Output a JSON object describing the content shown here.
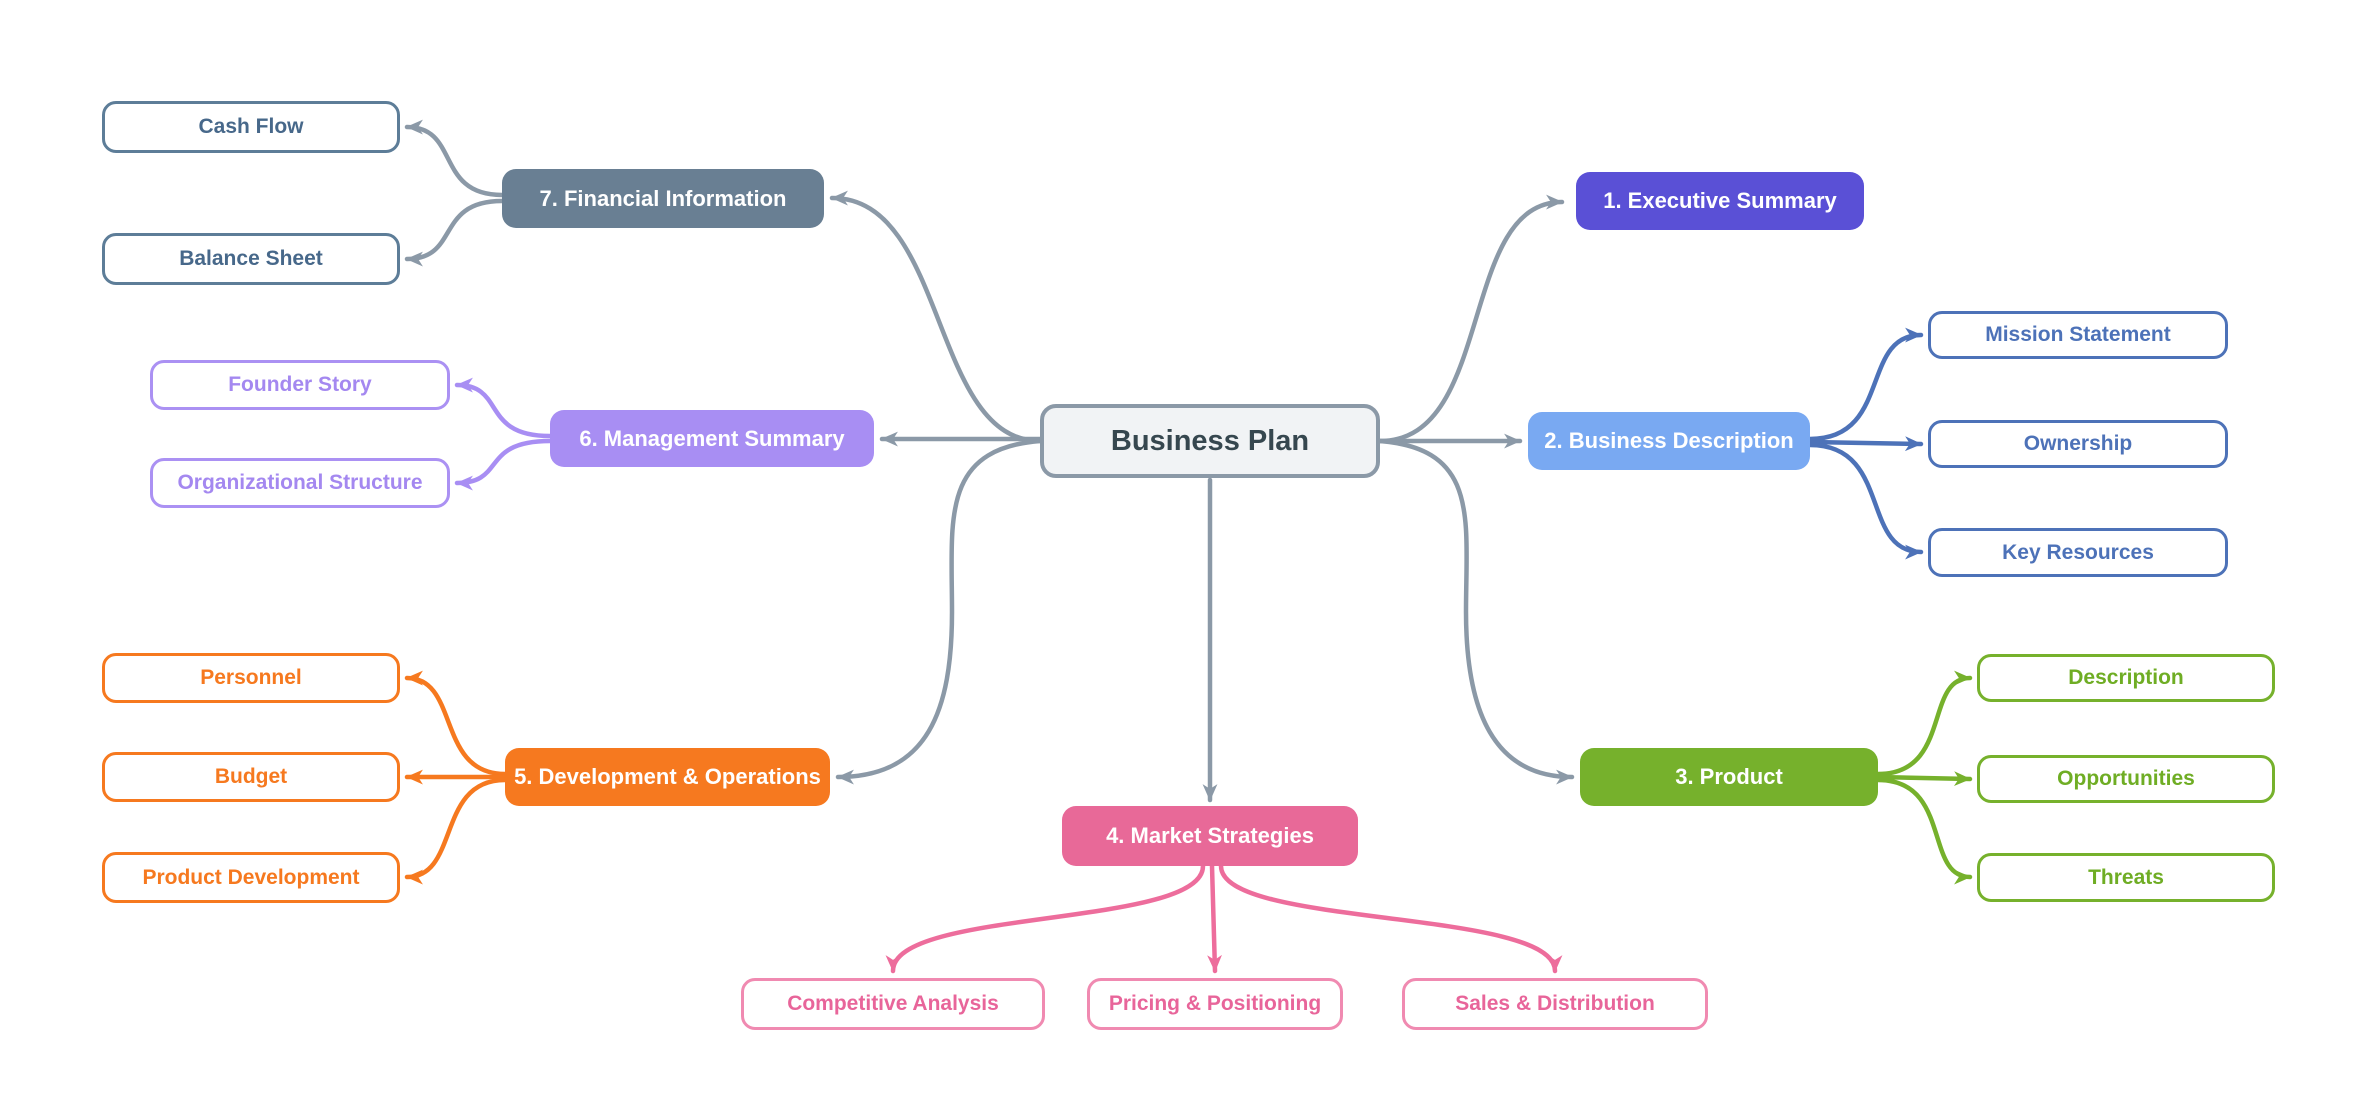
{
  "root": {
    "label": "Business Plan"
  },
  "branches": [
    {
      "label": "1. Executive Summary",
      "color": "#5a50d6",
      "children": []
    },
    {
      "label": "2. Business Description",
      "color": "#79a9f2",
      "line_color": "#4d72b8",
      "children": [
        {
          "label": "Mission Statement"
        },
        {
          "label": "Ownership"
        },
        {
          "label": "Key Resources"
        }
      ]
    },
    {
      "label": "3. Product",
      "color": "#76b12c",
      "line_color": "#76b12c",
      "children": [
        {
          "label": "Description"
        },
        {
          "label": "Opportunities"
        },
        {
          "label": "Threats"
        }
      ]
    },
    {
      "label": "4. Market Strategies",
      "color": "#e86998",
      "line_color": "#ed6d9c",
      "children": [
        {
          "label": "Competitive Analysis"
        },
        {
          "label": "Pricing & Positioning"
        },
        {
          "label": "Sales & Distribution"
        }
      ]
    },
    {
      "label": "5. Development & Operations",
      "color": "#f6791f",
      "line_color": "#f6791f",
      "children": [
        {
          "label": "Personnel"
        },
        {
          "label": "Budget"
        },
        {
          "label": "Product Development"
        }
      ]
    },
    {
      "label": "6. Management Summary",
      "color": "#a88ef3",
      "line_color": "#a88ef3",
      "children": [
        {
          "label": "Founder Story"
        },
        {
          "label": "Organizational Structure"
        }
      ]
    },
    {
      "label": "7. Financial Information",
      "color": "#697f93",
      "line_color": "#8b99a7",
      "children": [
        {
          "label": "Cash Flow"
        },
        {
          "label": "Balance Sheet"
        }
      ]
    }
  ],
  "connector_color": "#8b99a7",
  "root_style": {
    "background": "#f1f3f5",
    "border": "#8b99a7",
    "text": "#36474f"
  }
}
